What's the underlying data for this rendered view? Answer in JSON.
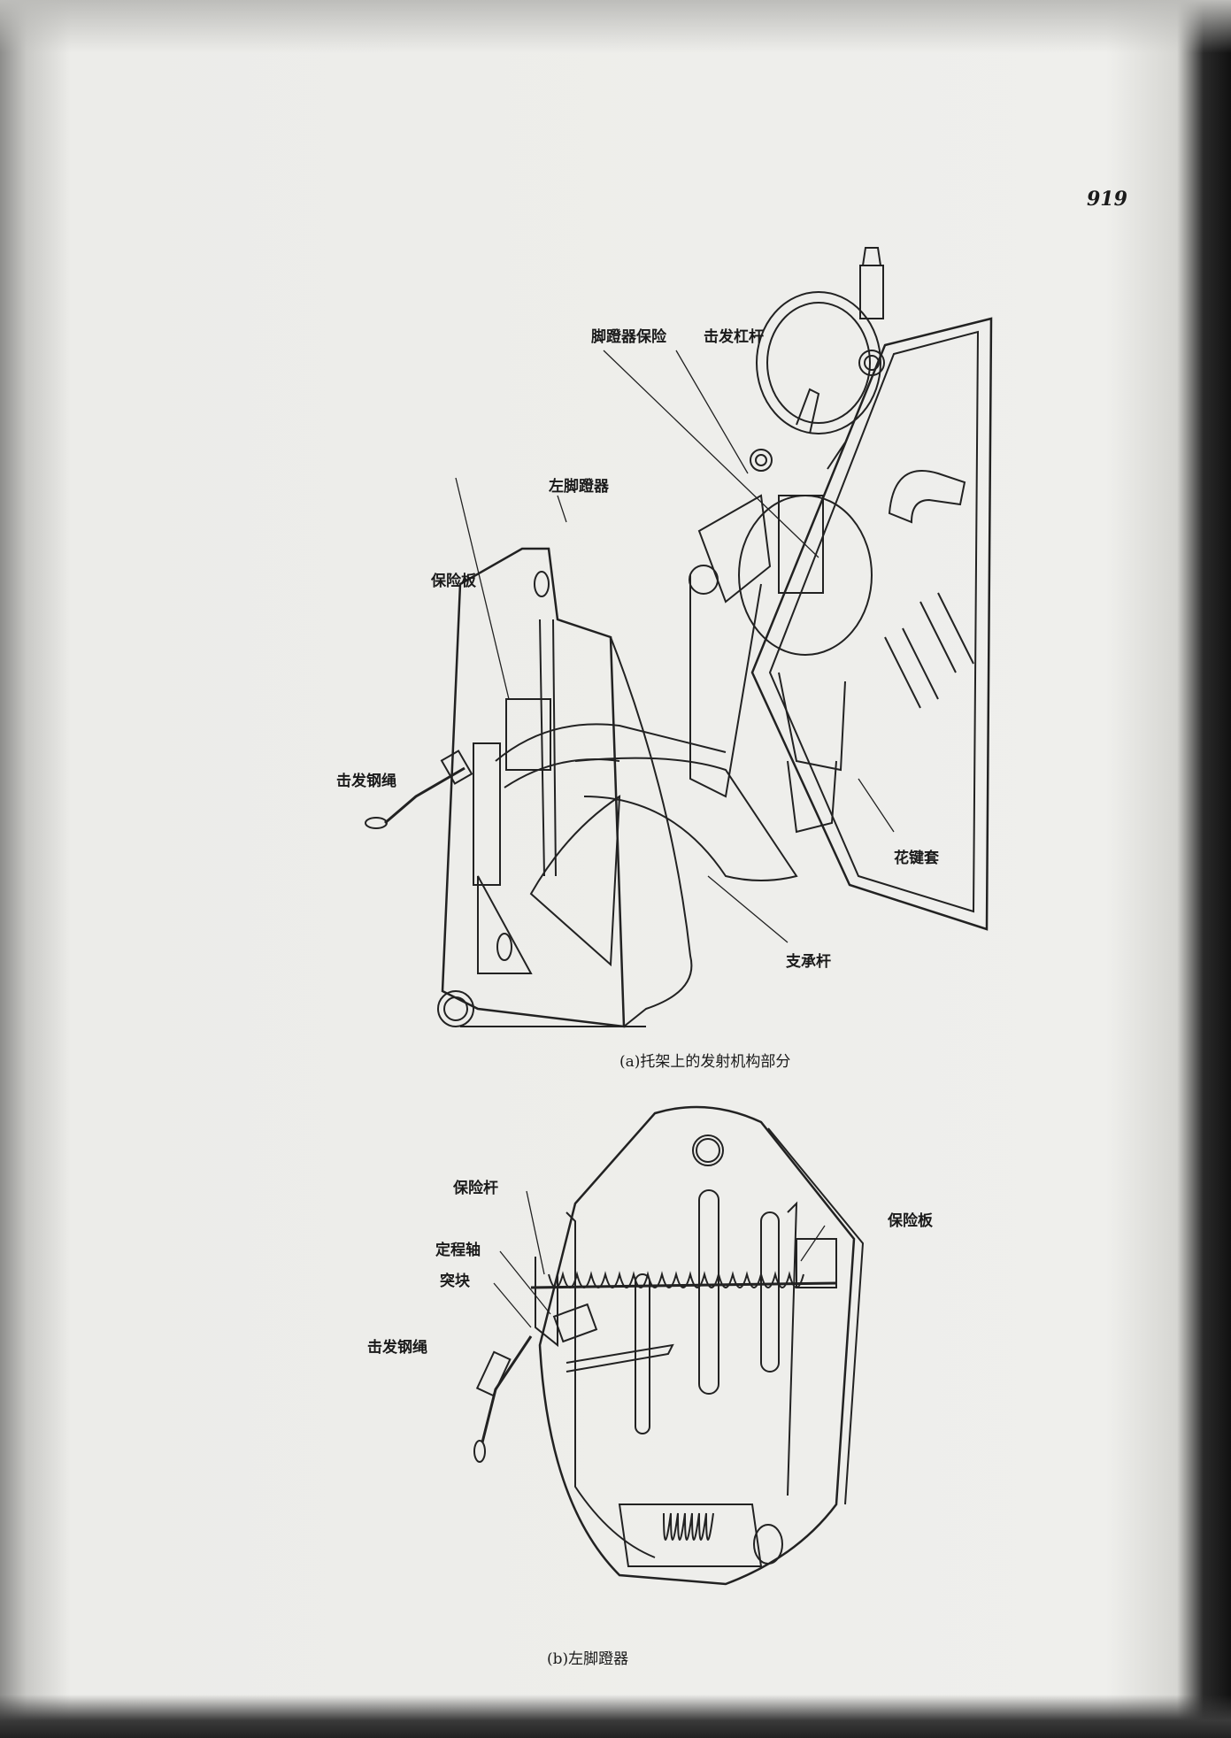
{
  "page_number": "919",
  "figure_a": {
    "caption": "(a)托架上的发射机构部分",
    "labels": {
      "pedal_safety": "脚蹬器保险",
      "firing_lever": "击发杠杆",
      "left_pedal": "左脚蹬器",
      "safety_plate": "保险板",
      "firing_cable": "击发钢绳",
      "spline_sleeve": "花键套",
      "support_rod": "支承杆"
    }
  },
  "figure_b": {
    "caption": "(b)左脚蹬器",
    "labels": {
      "safety_rod": "保险杆",
      "stroke_shaft": "定程轴",
      "lug": "突块",
      "firing_cable": "击发钢绳",
      "safety_plate": "保险板"
    }
  }
}
